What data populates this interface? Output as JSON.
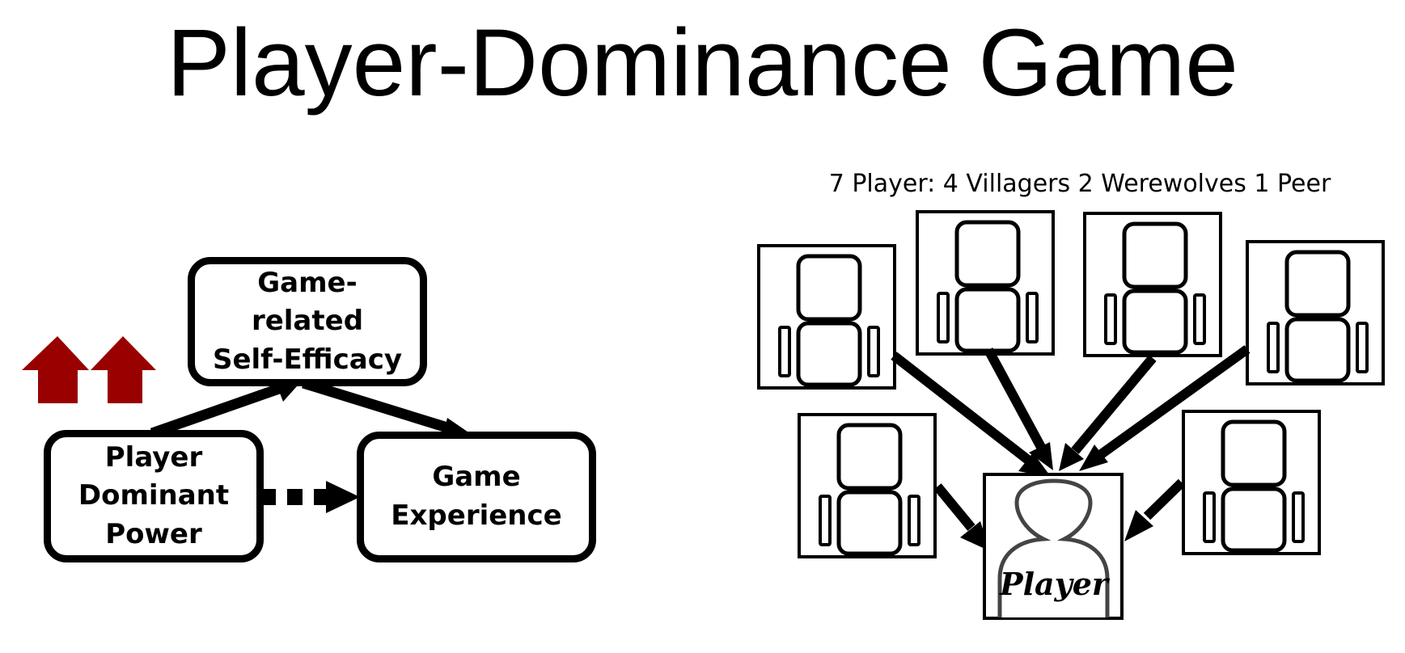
{
  "title": "Player-Dominance Game",
  "model": {
    "self_efficacy_lines": [
      "Game-",
      "related",
      "Self-Efficacy"
    ],
    "dominant_power_lines": [
      "Player",
      "Dominant",
      "Power"
    ],
    "experience_lines": [
      "Game",
      "Experience"
    ],
    "increase_arrows": 2,
    "accent_color": "#990000"
  },
  "game": {
    "caption": "7 Player: 4 Villagers 2 Werewolves 1 Peer",
    "player_label": "Player",
    "peer_icon": "user-icon",
    "other_player_icon": "robot-icon"
  }
}
